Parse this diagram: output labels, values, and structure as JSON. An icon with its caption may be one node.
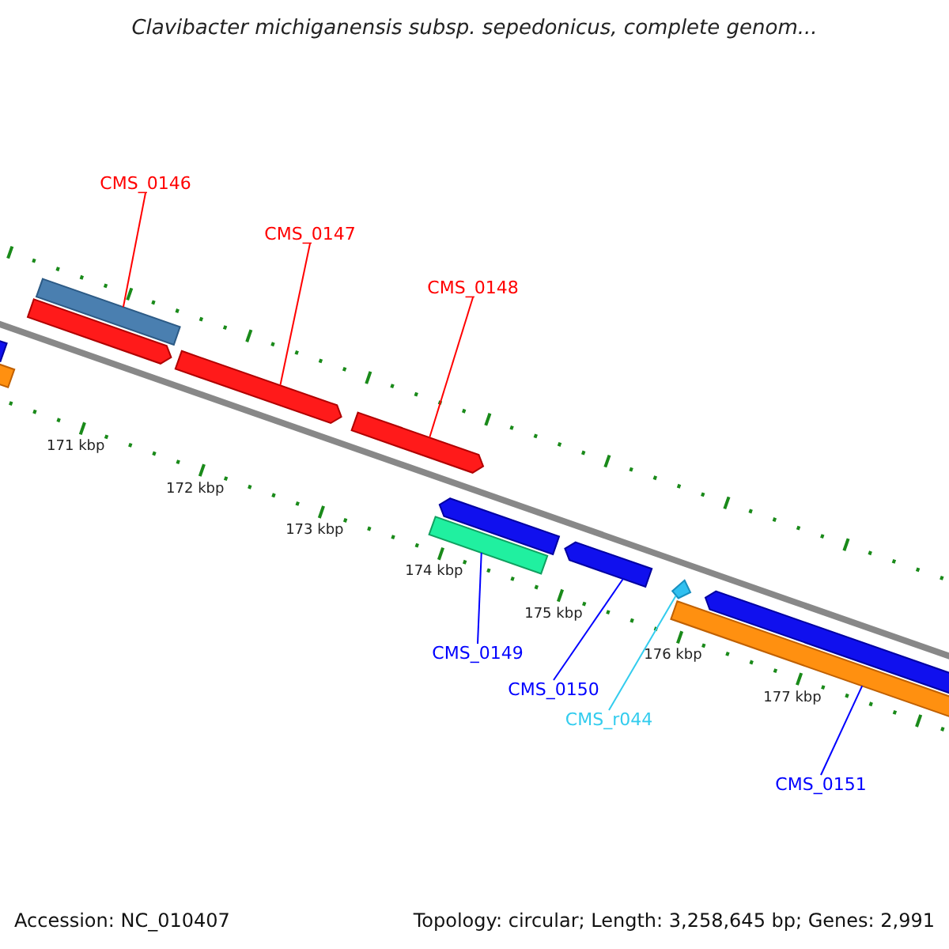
{
  "diagram": {
    "title": "Clavibacter michiganensis subsp. sepedonicus, complete genom...",
    "nodes": [
      {
        "text": [
          "CMS_0146"
        ]
      },
      {
        "text": [],
        "shape": "bar"
      },
      {
        "text": [
          "CMS_0147"
        ]
      },
      {
        "text": [],
        "shape": "bar"
      },
      {
        "text": [
          "CMS_0148"
        ]
      },
      {
        "text": [],
        "shape": "bar"
      },
      {
        "text": [
          "CMS_0149"
        ]
      },
      {
        "text": [],
        "shape": "bar"
      },
      {
        "text": [
          "CMS_0150"
        ]
      },
      {
        "text": [],
        "shape": "bar"
      },
      {
        "text": [
          "CMS_r044"
        ]
      },
      {
        "text": [],
        "shape": "triangle"
      },
      {
        "text": [
          "CMS_0151"
        ]
      },
      {
        "text": [],
        "shape": "bar"
      },
      {
        "text": [],
        "shape": "bar"
      },
      {
        "text": [],
        "shape": "bar"
      },
      {
        "text": [],
        "shape": "bar"
      },
      {
        "text": [],
        "shape": "bar"
      },
      {
        "text": [],
        "shape": "bar"
      }
    ],
    "edges": [
      {
        "from": 0,
        "to": 1,
        "arrow": "none",
        "color": "#ff0000"
      },
      {
        "from": 2,
        "to": 3,
        "arrow": "none",
        "color": "#ff0000"
      },
      {
        "from": 4,
        "to": 5,
        "arrow": "none",
        "color": "#ff0000"
      },
      {
        "from": 6,
        "to": 7,
        "arrow": "none",
        "color": "#0000ff"
      },
      {
        "from": 8,
        "to": 9,
        "arrow": "none",
        "color": "#0000ff"
      },
      {
        "from": 10,
        "to": 11,
        "arrow": "none",
        "color": "#33ccee"
      },
      {
        "from": 12,
        "to": 13,
        "arrow": "none",
        "color": "#0000ff"
      }
    ],
    "labels": [
      "171 kbp",
      "172 kbp",
      "173 kbp",
      "174 kbp",
      "175 kbp",
      "176 kbp",
      "177 kbp",
      "Accession: NC_010407",
      "Topology: circular; Length: 3,258,645 bp; Genes: 2,991"
    ]
  }
}
